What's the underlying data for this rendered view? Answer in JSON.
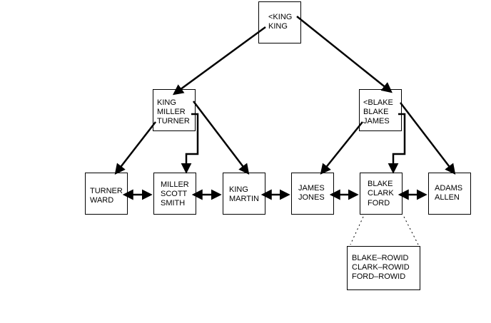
{
  "root": {
    "lines": [
      "<KING",
      "KING"
    ]
  },
  "branches": [
    {
      "lines": [
        "KING",
        "MILLER",
        "TURNER"
      ]
    },
    {
      "lines": [
        "<BLAKE",
        "BLAKE",
        "JAMES"
      ]
    }
  ],
  "leaves": [
    {
      "lines": [
        "TURNER",
        "WARD"
      ]
    },
    {
      "lines": [
        "MILLER",
        "SCOTT",
        "SMITH"
      ]
    },
    {
      "lines": [
        "KING",
        "MARTIN"
      ]
    },
    {
      "lines": [
        "JAMES",
        "JONES"
      ]
    },
    {
      "lines": [
        "BLAKE",
        "CLARK",
        "FORD"
      ]
    },
    {
      "lines": [
        "ADAMS",
        "ALLEN"
      ]
    }
  ],
  "rowid_detail": {
    "lines": [
      "BLAKE–ROWID",
      "CLARK–ROWID",
      "FORD–ROWID"
    ]
  }
}
